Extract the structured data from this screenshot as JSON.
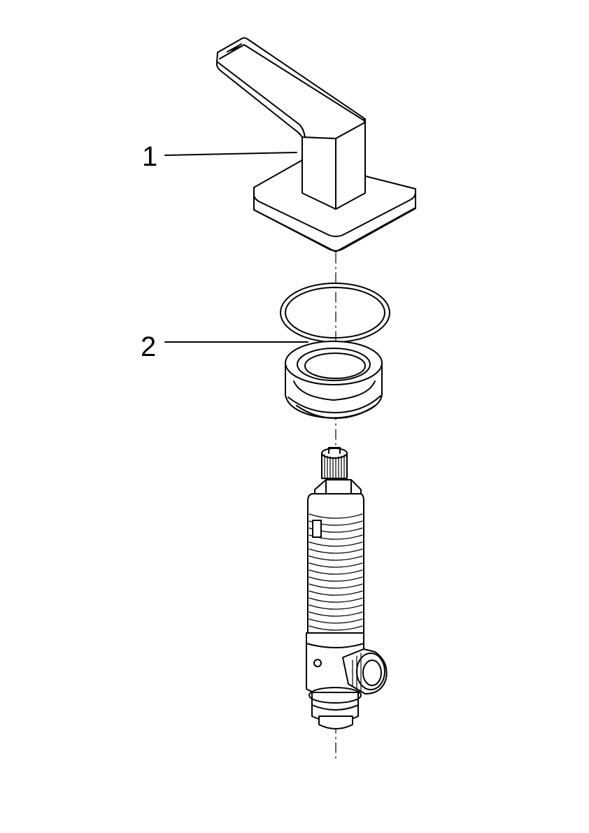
{
  "callouts": [
    {
      "number": "1",
      "part": "handle-with-rosette"
    },
    {
      "number": "2",
      "part": "seal-ring-and-escutcheon-sleeve"
    }
  ],
  "colors": {
    "line": "#000000",
    "background": "#ffffff"
  }
}
